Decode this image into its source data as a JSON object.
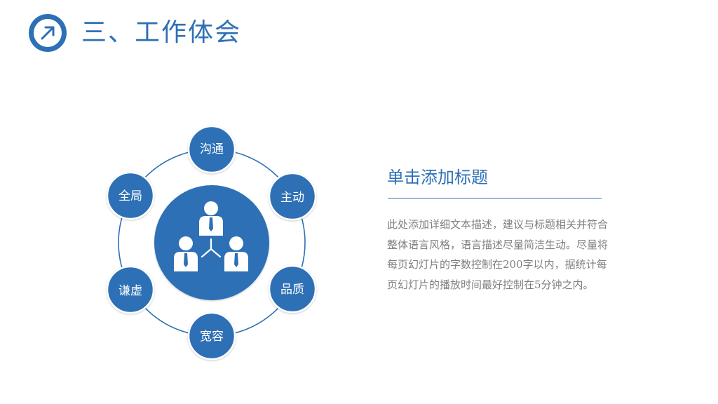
{
  "header": {
    "title": "三、工作体会",
    "logo_icon": "arrow-up-right-circle-icon"
  },
  "diagram": {
    "center_icon": "team-people-icon",
    "nodes": [
      {
        "label": "沟通"
      },
      {
        "label": "主动"
      },
      {
        "label": "品质"
      },
      {
        "label": "宽容"
      },
      {
        "label": "谦虚"
      },
      {
        "label": "全局"
      }
    ]
  },
  "content": {
    "title": "单击添加标题",
    "body": "此处添加详细文本描述，建议与标题相关并符合整体语言风格，语言描述尽量简洁生动。尽量将每页幻灯片的字数控制在200字以内，据统计每页幻灯片的播放时间最好控制在5分钟之内。"
  },
  "colors": {
    "primary": "#2e70b5",
    "body_text": "#7f7f7f",
    "background": "#ffffff"
  }
}
